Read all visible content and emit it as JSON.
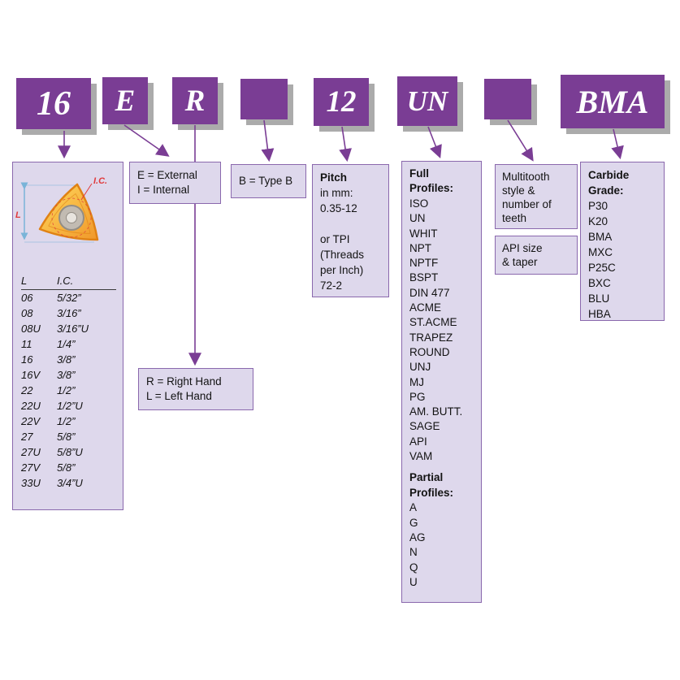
{
  "codes": [
    "16",
    "E",
    "R",
    "",
    "12",
    "UN",
    "",
    "BMA"
  ],
  "size_panel": {
    "l_dim_label": "L",
    "ic_dim_label": "I.C.",
    "table": {
      "col1": "L",
      "col2": "I.C.",
      "rows": [
        [
          "06",
          "5/32”"
        ],
        [
          "08",
          "3/16”"
        ],
        [
          "08U",
          "3/16”U"
        ],
        [
          "11",
          "1/4”"
        ],
        [
          "16",
          "3/8”"
        ],
        [
          "16V",
          "3/8”"
        ],
        [
          "22",
          "1/2”"
        ],
        [
          "22U",
          "1/2”U"
        ],
        [
          "22V",
          "1/2”"
        ],
        [
          "27",
          "5/8”"
        ],
        [
          "27U",
          "5/8”U"
        ],
        [
          "27V",
          "5/8”"
        ],
        [
          "33U",
          "3/4”U"
        ]
      ]
    }
  },
  "external_panel": {
    "line1": "E = External",
    "line2": "I  = Internal"
  },
  "hand_panel": {
    "line1": "R = Right Hand",
    "line2": "L = Left Hand"
  },
  "type_panel": {
    "text": "B = Type B"
  },
  "pitch_panel": {
    "title": "Pitch",
    "lines": [
      "in mm:",
      "0.35-12",
      "",
      "or TPI",
      "(Threads",
      "per Inch)",
      "72-2"
    ]
  },
  "profiles_panel": {
    "full_title": "Full Profiles:",
    "full_items": [
      "ISO",
      "UN",
      "WHIT",
      "NPT",
      "NPTF",
      "BSPT",
      "DIN 477",
      "ACME",
      "ST.ACME",
      "TRAPEZ",
      "ROUND",
      "UNJ",
      "MJ",
      "PG",
      "AM. BUTT.",
      "SAGE",
      "API",
      "VAM"
    ],
    "partial_title": "Partial Profiles:",
    "partial_items": [
      "A",
      "G",
      "AG",
      "N",
      "Q",
      "U"
    ]
  },
  "multitooth_panel": {
    "text": "Multitooth style & number of teeth"
  },
  "api_panel": {
    "line1": "API size",
    "line2": "& taper"
  },
  "grade_panel": {
    "title": "Carbide Grade:",
    "items": [
      "P30",
      "K20",
      "BMA",
      "MXC",
      "P25C",
      "BXC",
      "BLU",
      "HBA"
    ]
  },
  "colors": {
    "purple": "#7a3d94",
    "panel_bg": "#ded8ec",
    "panel_border": "#8a68ad",
    "shadow_gray": "#ababab",
    "accent_red": "#e03a3c",
    "dim_blue": "#7ab4d8",
    "insert_stroke": "#e08214",
    "insert_yellow": "#ffd95e",
    "insert_orange": "#f0982a"
  }
}
